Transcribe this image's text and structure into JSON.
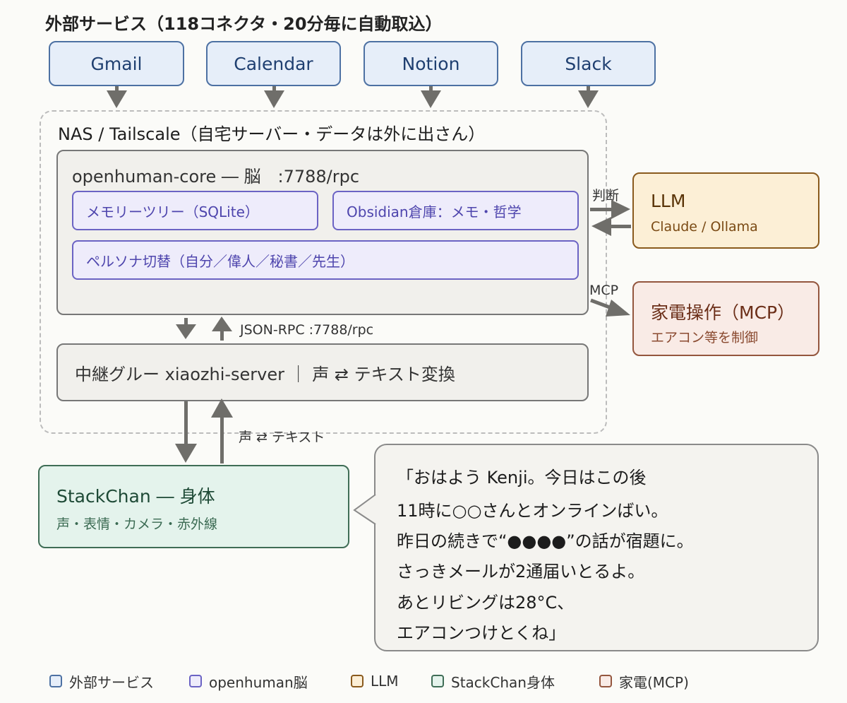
{
  "title": "外部サービス（118コネクタ・20分毎に自動取込）",
  "services": [
    "Gmail",
    "Calendar",
    "Notion",
    "Slack"
  ],
  "nas": {
    "title": "NAS / Tailscale（自宅サーバー・データは外に出さん）"
  },
  "core": {
    "title": "openhuman-core ― 脳　:7788/rpc",
    "memory": "メモリーツリー（SQLite）",
    "obsidian": "Obsidian倉庫：メモ・哲学",
    "persona": "ペルソナ切替（自分／偉人／秘書／先生）"
  },
  "rpc_label": "JSON-RPC :7788/rpc",
  "relay": {
    "title": "中継グルー xiaozhi-server ｜ 声 ⇄ テキスト変換"
  },
  "voice_label": "声 ⇄ テキスト",
  "judge_label": "判断",
  "mcp_label": "MCP",
  "llm": {
    "title": "LLM",
    "subtitle": "Claude / Ollama"
  },
  "appliance": {
    "title": "家電操作（MCP）",
    "subtitle": "エアコン等を制御"
  },
  "stackchan": {
    "title": "StackChan ― 身体",
    "subtitle": "声・表情・カメラ・赤外線"
  },
  "speech": [
    "「おはよう Kenji。今日はこの後",
    "11時に○○さんとオンラインばい。",
    "昨日の続きで“●●●●”の話が宿題に。",
    "さっきメールが2通届いとるよ。",
    "あとリビングは28°C、",
    "エアコンつけとくね」"
  ],
  "legend": [
    "外部サービス",
    "openhuman脳",
    "LLM",
    "StackChan身体",
    "家電(MCP)"
  ],
  "colors": {
    "service": "#4d71a3",
    "brain": "#6b63c4",
    "llm": "#8a5a1d",
    "stackchan": "#3f6d56",
    "appliance": "#94563e",
    "arrow": "#6f6e6a"
  }
}
